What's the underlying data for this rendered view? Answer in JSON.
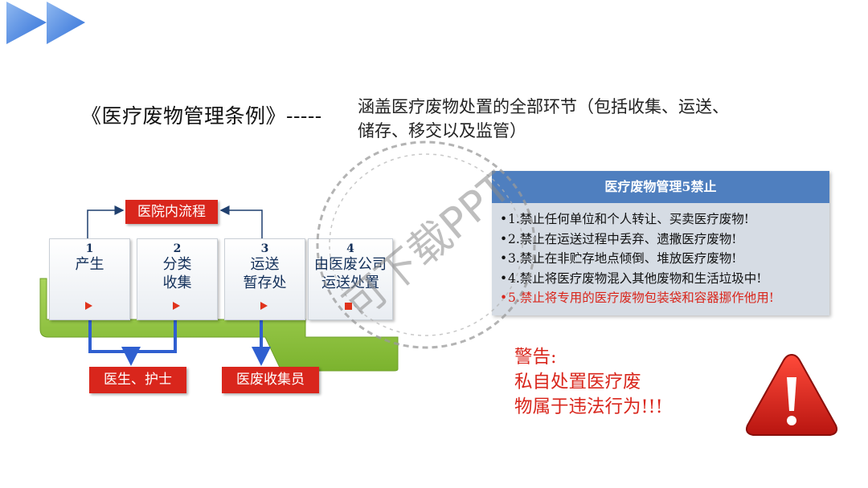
{
  "header": {
    "regulation": "《医疗废物管理条例》-----",
    "scope_line1": "涵盖医疗废物处置的全部环节（包括收集、运送、",
    "scope_line2": "储存、移交以及监管）"
  },
  "flow": {
    "top_label": "医院内流程",
    "steps": [
      {
        "num": "1",
        "line1": "产生",
        "line2": "",
        "marker": "triangle"
      },
      {
        "num": "2",
        "line1": "分类",
        "line2": "收集",
        "marker": "triangle"
      },
      {
        "num": "3",
        "line1": "运送",
        "line2": "暂存处",
        "marker": "triangle"
      },
      {
        "num": "4",
        "line1": "由医废公司",
        "line2": "运送处置",
        "marker": "square"
      }
    ],
    "bottom_labels": [
      "医生、护士",
      "医废收集员"
    ],
    "colors": {
      "arrow_blue": "#2f5fd0",
      "label_red": "#d9261c",
      "base_green": "#8bc53f"
    }
  },
  "panel": {
    "title": "医疗废物管理5禁止",
    "items": [
      {
        "text": "1.禁止任何单位和个人转让、买卖医疗废物!",
        "highlight": false
      },
      {
        "text": "2.禁止在运送过程中丢弃、遗撒医疗废物!",
        "highlight": false
      },
      {
        "text": "3.禁止在非贮存地点倾倒、堆放医疗废物!",
        "highlight": false
      },
      {
        "text": "4.禁止将医疗废物混入其他废物和生活垃圾中!",
        "highlight": false
      },
      {
        "text": "5.禁止将专用的医疗废物包装袋和容器挪作他用!",
        "highlight": true
      }
    ],
    "bullet": "•"
  },
  "warning": {
    "line1": "警告:",
    "line2": "私自处置医疗废",
    "line3": "物属于违法行为!!!",
    "icon": "warning-triangle-icon"
  },
  "watermark": {
    "text": "可下载PPT"
  },
  "colors": {
    "accent_blue": "#4f7fbf",
    "warning_red": "#d9261c"
  }
}
